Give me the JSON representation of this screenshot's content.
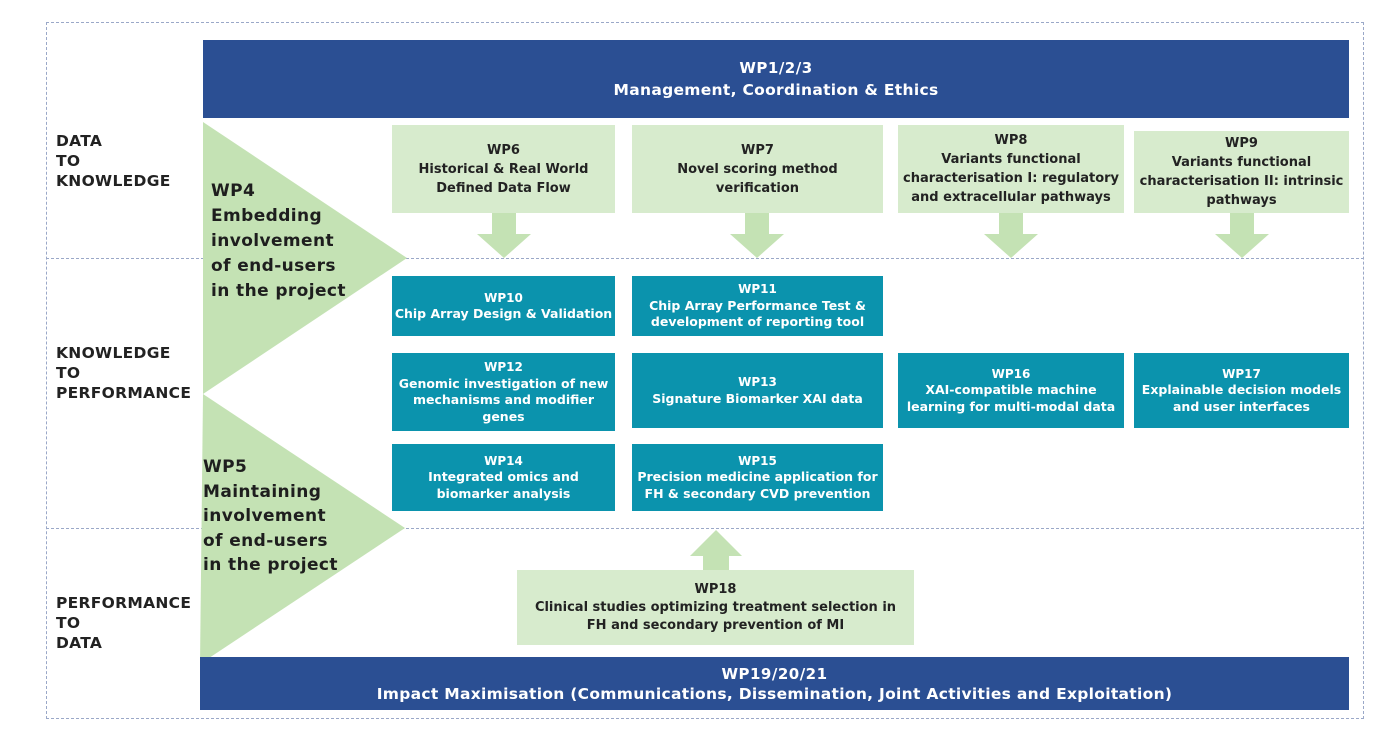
{
  "colors": {
    "navy": "#2b4f93",
    "teal": "#0b93ad",
    "light_green": "#d7ebcd",
    "tri_green": "#c4e2b4"
  },
  "header": {
    "code": "WP1/2/3",
    "title": "Management, Coordination & Ethics"
  },
  "footer": {
    "code": "WP19/20/21",
    "title": "Impact Maximisation (Communications, Dissemination, Joint Activities and Exploitation)"
  },
  "phases": {
    "data_to_knowledge": [
      "DATA",
      "TO",
      "KNOWLEDGE"
    ],
    "knowledge_to_performance": [
      "KNOWLEDGE",
      "TO",
      "PERFORMANCE"
    ],
    "performance_to_data": [
      "PERFORMANCE",
      "TO",
      "DATA"
    ]
  },
  "wp4": [
    "WP4",
    "Embedding",
    "involvement",
    "of end-users",
    "in the project"
  ],
  "wp5": [
    "WP5",
    "Maintaining",
    "involvement",
    "of end-users",
    "in the project"
  ],
  "wp6": {
    "code": "WP6",
    "lines": [
      "Historical & Real World",
      "Defined Data Flow"
    ]
  },
  "wp7": {
    "code": "WP7",
    "lines": [
      "Novel scoring method",
      "verification"
    ]
  },
  "wp8": {
    "code": "WP8",
    "lines": [
      "Variants functional",
      "characterisation I: regulatory",
      "and extracellular pathways"
    ]
  },
  "wp9": {
    "code": "WP9",
    "lines": [
      "Variants functional",
      "characterisation II: intrinsic",
      "pathways"
    ]
  },
  "wp10": {
    "code": "WP10",
    "lines": [
      "Chip Array Design & Validation"
    ]
  },
  "wp11": {
    "code": "WP11",
    "lines": [
      "Chip Array Performance Test &",
      "development of reporting tool"
    ]
  },
  "wp12": {
    "code": "WP12",
    "lines": [
      "Genomic investigation of new",
      "mechanisms and modifier",
      "genes"
    ]
  },
  "wp13": {
    "code": "WP13",
    "lines": [
      "Signature Biomarker XAI data"
    ]
  },
  "wp16": {
    "code": "WP16",
    "lines": [
      "XAI-compatible machine",
      "learning for multi-modal data"
    ]
  },
  "wp17": {
    "code": "WP17",
    "lines": [
      "Explainable decision models",
      "and user interfaces"
    ]
  },
  "wp14": {
    "code": "WP14",
    "lines": [
      "Integrated omics and",
      "biomarker analysis"
    ]
  },
  "wp15": {
    "code": "WP15",
    "lines": [
      "Precision medicine application for",
      "FH & secondary CVD prevention"
    ]
  },
  "wp18": {
    "code": "WP18",
    "lines": [
      "Clinical studies optimizing treatment selection in",
      "FH and secondary prevention of MI"
    ]
  }
}
